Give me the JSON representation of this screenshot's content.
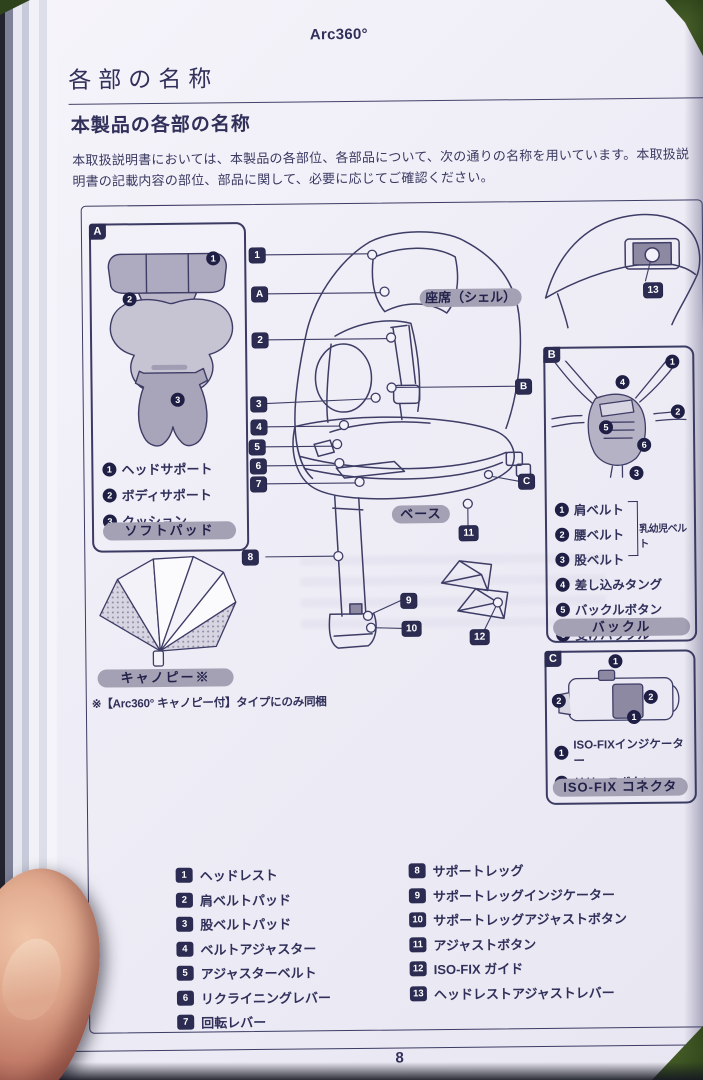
{
  "page": {
    "brand": "Arc360°",
    "title": "各部の名称",
    "subtitle": "本製品の各部の名称",
    "intro_line1": "本取扱説明書においては、本製品の各部位、各部品について、次の通りの名称を用いています。本取扱説",
    "intro_line2": "明書の記載内容の部位、部品に関して、必要に応じてご確認ください。",
    "page_number": "8"
  },
  "diagram": {
    "box_a": {
      "label": "A",
      "items": [
        {
          "num": "1",
          "label": "ヘッドサポート"
        },
        {
          "num": "2",
          "label": "ボディサポート"
        },
        {
          "num": "3",
          "label": "クッション"
        }
      ],
      "caption": "ソフトパッド"
    },
    "canopy": {
      "caption": "キャノピー※",
      "note": "※【Arc360° キャノピー付】タイプにのみ同梱"
    },
    "seat": {
      "shell_label": "座席（シェル）",
      "base_label": "ベース"
    },
    "box_b": {
      "label": "B",
      "items": [
        {
          "num": "1",
          "label": "肩ベルト"
        },
        {
          "num": "2",
          "label": "腰ベルト"
        },
        {
          "num": "3",
          "label": "股ベルト"
        },
        {
          "num": "4",
          "label": "差し込みタング"
        },
        {
          "num": "5",
          "label": "バックルボタン"
        },
        {
          "num": "6",
          "label": "受けバックル"
        }
      ],
      "bracket_label": "乳幼児ベルト",
      "caption": "バックル"
    },
    "box_c": {
      "label": "C",
      "items": [
        {
          "num": "1",
          "label": "ISO-FIXインジケーター"
        },
        {
          "num": "2",
          "label": "リリースボタン"
        }
      ],
      "caption": "ISO-FIX コネクタ"
    },
    "callouts": {
      "c1": "1",
      "cA": "A",
      "c2": "2",
      "c3": "3",
      "c4": "4",
      "c5": "5",
      "c6": "6",
      "c7": "7",
      "cB": "B",
      "cC": "C",
      "c8": "8",
      "c9": "9",
      "c10": "10",
      "c11": "11",
      "c12": "12",
      "c13": "13"
    }
  },
  "parts_list": [
    {
      "num": "1",
      "label": "ヘッドレスト"
    },
    {
      "num": "2",
      "label": "肩ベルトパッド"
    },
    {
      "num": "3",
      "label": "股ベルトパッド"
    },
    {
      "num": "4",
      "label": "ベルトアジャスター"
    },
    {
      "num": "5",
      "label": "アジャスターベルト"
    },
    {
      "num": "6",
      "label": "リクライニングレバー"
    },
    {
      "num": "7",
      "label": "回転レバー"
    },
    {
      "num": "8",
      "label": "サポートレッグ"
    },
    {
      "num": "9",
      "label": "サポートレッグインジケーター"
    },
    {
      "num": "10",
      "label": "サポートレッグアジャストボタン"
    },
    {
      "num": "11",
      "label": "アジャストボタン"
    },
    {
      "num": "12",
      "label": "ISO-FIX ガイド"
    },
    {
      "num": "13",
      "label": "ヘッドレストアジャストレバー"
    }
  ],
  "colors": {
    "ink": "#30305a",
    "pill": "#a5a1b5",
    "chip": "#2c2c52",
    "grass": "#3c5323"
  }
}
